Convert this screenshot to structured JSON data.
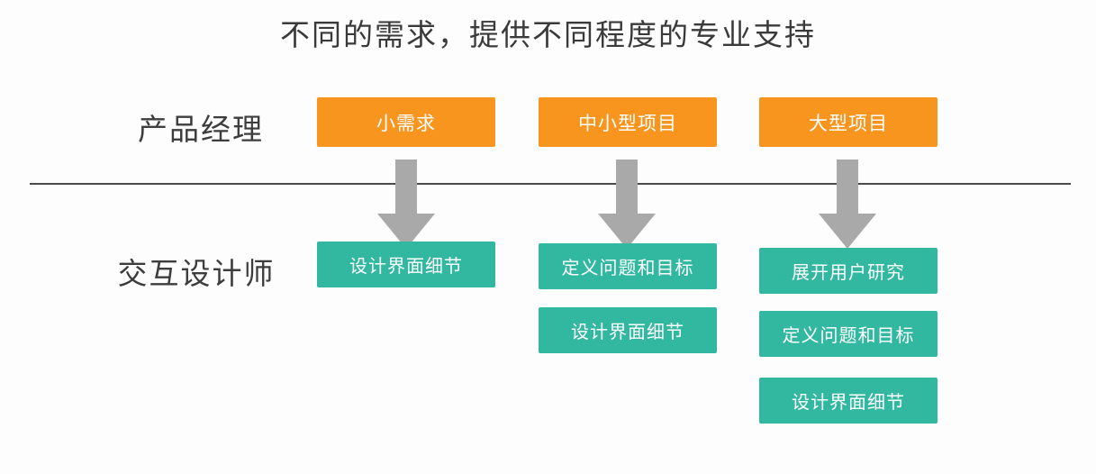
{
  "title": "不同的需求，提供不同程度的专业支持",
  "rows": {
    "product_manager": "产品经理",
    "interaction_designer": "交互设计师"
  },
  "columns": [
    {
      "demand": "小需求",
      "tasks": [
        "设计界面细节"
      ]
    },
    {
      "demand": "中小型项目",
      "tasks": [
        "定义问题和目标",
        "设计界面细节"
      ]
    },
    {
      "demand": "大型项目",
      "tasks": [
        "展开用户研究",
        "定义问题和目标",
        "设计界面细节"
      ]
    }
  ],
  "colors": {
    "demand_box": "#f7951f",
    "task_box": "#32b8a0",
    "arrow": "#a9a9a9",
    "divider": "#4a4a4a",
    "heading_text": "#3a3a3a",
    "box_text": "#ffffff",
    "background": "#fdfdfd"
  }
}
